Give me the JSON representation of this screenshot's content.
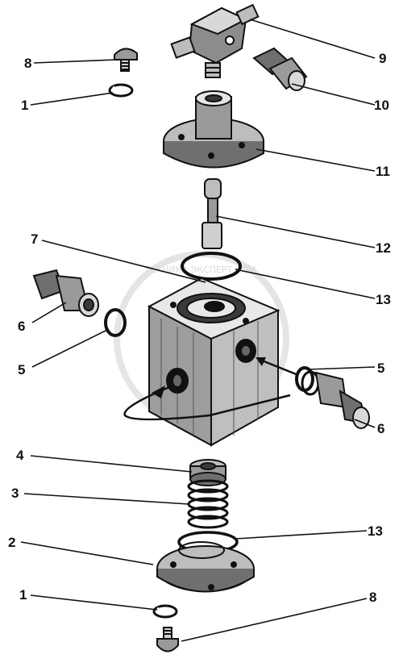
{
  "watermark": {
    "text": "ТЕХНИКА ЭКСПЕРТ.КОМ",
    "color": "#bdbdbd"
  },
  "colors": {
    "ink": "#111111",
    "metal_light": "#e6e6e6",
    "metal_mid": "#9a9a9a",
    "metal_dark": "#3a3a3a"
  },
  "callouts": [
    {
      "id": "c8-top",
      "label": "8"
    },
    {
      "id": "c1-top",
      "label": "1"
    },
    {
      "id": "c9",
      "label": "9"
    },
    {
      "id": "c10",
      "label": "10"
    },
    {
      "id": "c11",
      "label": "11"
    },
    {
      "id": "c7",
      "label": "7"
    },
    {
      "id": "c12",
      "label": "12"
    },
    {
      "id": "c13-top",
      "label": "13"
    },
    {
      "id": "c6-left",
      "label": "6"
    },
    {
      "id": "c5-left",
      "label": "5"
    },
    {
      "id": "c5-right",
      "label": "5"
    },
    {
      "id": "c6-right",
      "label": "6"
    },
    {
      "id": "c4",
      "label": "4"
    },
    {
      "id": "c3",
      "label": "3"
    },
    {
      "id": "c13-bottom",
      "label": "13"
    },
    {
      "id": "c2",
      "label": "2"
    },
    {
      "id": "c1-bottom",
      "label": "1"
    },
    {
      "id": "c8-bottom",
      "label": "8"
    }
  ]
}
